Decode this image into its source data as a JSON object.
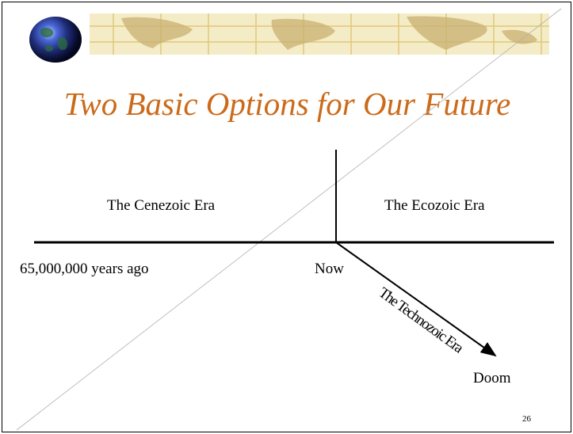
{
  "slide": {
    "title": "Two Basic Options for Our Future",
    "left_era": "The Cenezoic Era",
    "right_era": "The Ecozoic Era",
    "start_label": "65,000,000 years ago",
    "now_label": "Now",
    "branch_label": "The Technozoic Era",
    "end_label": "Doom",
    "page_number": "26"
  },
  "colors": {
    "title": "#cc6a1a",
    "banner": "#f4ecc6"
  },
  "icons": [
    "globe-icon",
    "world-map-banner"
  ]
}
